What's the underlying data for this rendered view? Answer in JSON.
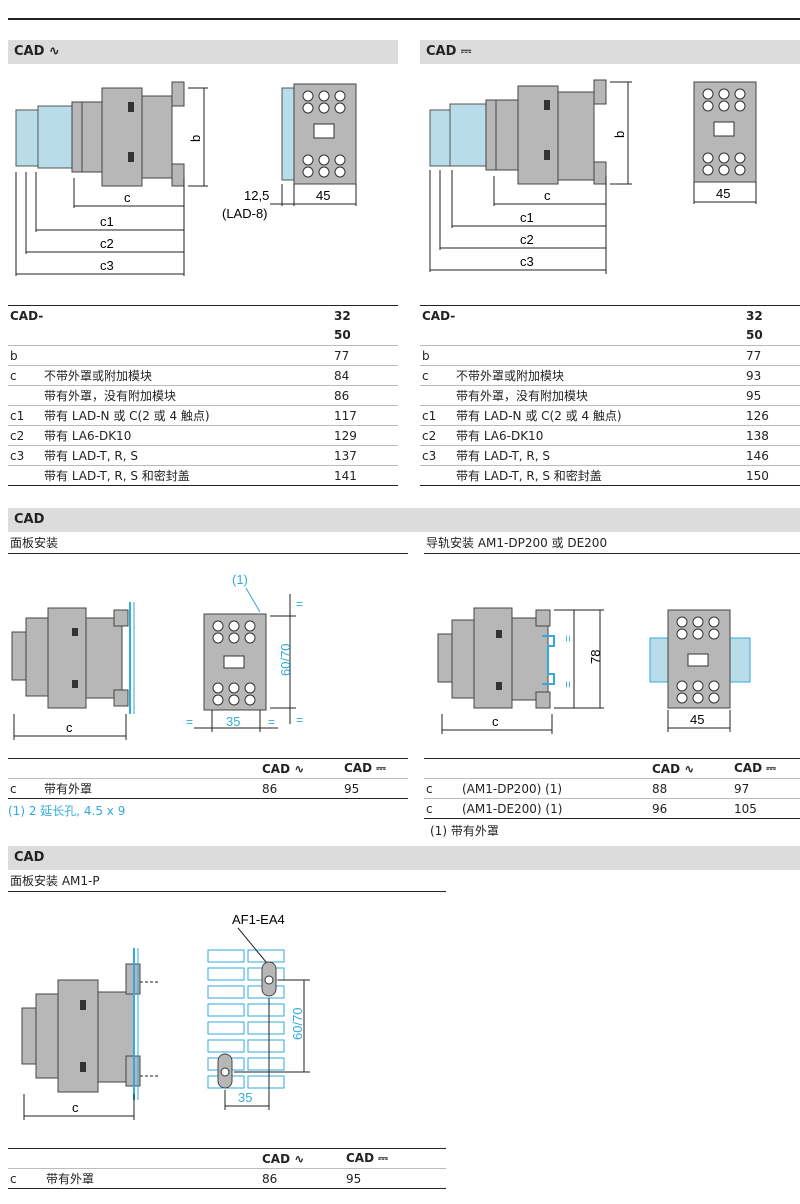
{
  "sections": {
    "cad_ac": {
      "title": "CAD ∿"
    },
    "cad_dc": {
      "title": "CAD ⎓"
    },
    "cad_panel": {
      "title": "CAD"
    },
    "cad_am1p": {
      "title": "CAD"
    }
  },
  "fig_ac": {
    "labels": {
      "b": "b",
      "c": "c",
      "c1": "c1",
      "c2": "c2",
      "c3": "c3",
      "w45": "45",
      "w125": "12,5",
      "lad8": "(LAD-8)"
    }
  },
  "fig_dc": {
    "labels": {
      "b": "b",
      "c": "c",
      "c1": "c1",
      "c2": "c2",
      "c3": "c3",
      "w45": "45"
    }
  },
  "table_ac": {
    "head": "CAD-",
    "sizes": [
      "32",
      "50"
    ],
    "rows": [
      {
        "code": "b",
        "desc": "",
        "value": "77"
      },
      {
        "code": "c",
        "desc": "不带外罩或附加模块",
        "value": "84"
      },
      {
        "code": "",
        "desc": "带有外罩，没有附加模块",
        "value": "86"
      },
      {
        "code": "c1",
        "desc": "带有 LAD-N 或 C(2 或 4 触点)",
        "value": "117"
      },
      {
        "code": "c2",
        "desc": "带有 LA6-DK10",
        "value": "129"
      },
      {
        "code": "c3",
        "desc": "带有 LAD-T, R, S",
        "value": "137"
      },
      {
        "code": "",
        "desc": "带有 LAD-T, R, S 和密封盖",
        "value": "141"
      }
    ]
  },
  "table_dc": {
    "head": "CAD-",
    "sizes": [
      "32",
      "50"
    ],
    "rows": [
      {
        "code": "b",
        "desc": "",
        "value": "77"
      },
      {
        "code": "c",
        "desc": "不带外罩或附加模块",
        "value": "93"
      },
      {
        "code": "",
        "desc": "带有外罩，没有附加模块",
        "value": "95"
      },
      {
        "code": "c1",
        "desc": "带有 LAD-N 或 C(2 或 4 触点)",
        "value": "126"
      },
      {
        "code": "c2",
        "desc": "带有 LA6-DK10",
        "value": "138"
      },
      {
        "code": "c3",
        "desc": "带有 LAD-T, R, S",
        "value": "146"
      },
      {
        "code": "",
        "desc": "带有 LAD-T, R, S 和密封盖",
        "value": "150"
      }
    ]
  },
  "panel": {
    "subtitle_left": "面板安装",
    "subtitle_right": "导轨安装 AM1-DP200 或 DE200",
    "fig_left": {
      "c": "c",
      "n1": "(1)",
      "h": "60/70",
      "w": "35",
      "eq": "="
    },
    "fig_right": {
      "c": "c",
      "h": "78",
      "w": "45",
      "eq": "="
    },
    "table_left": {
      "col1": "CAD ∿",
      "col2": "CAD ⎓",
      "rows": [
        {
          "code": "c",
          "desc": "带有外罩",
          "v1": "86",
          "v2": "95"
        }
      ]
    },
    "note_left": "(1) 2 延长孔, 4.5 x 9",
    "table_right": {
      "col1": "CAD ∿",
      "col2": "CAD ⎓",
      "rows": [
        {
          "code": "c",
          "desc": "(AM1-DP200) (1)",
          "v1": "88",
          "v2": "97"
        },
        {
          "code": "c",
          "desc": "(AM1-DE200) (1)",
          "v1": "96",
          "v2": "105"
        }
      ]
    },
    "note_right": "(1) 带有外罩"
  },
  "am1p": {
    "subtitle": "面板安装 AM1-P",
    "fig": {
      "c": "c",
      "af": "AF1-EA4",
      "h": "60/70",
      "w": "35"
    },
    "table": {
      "col1": "CAD ∿",
      "col2": "CAD ⎓",
      "rows": [
        {
          "code": "c",
          "desc": "带有外罩",
          "v1": "86",
          "v2": "95"
        }
      ]
    }
  }
}
